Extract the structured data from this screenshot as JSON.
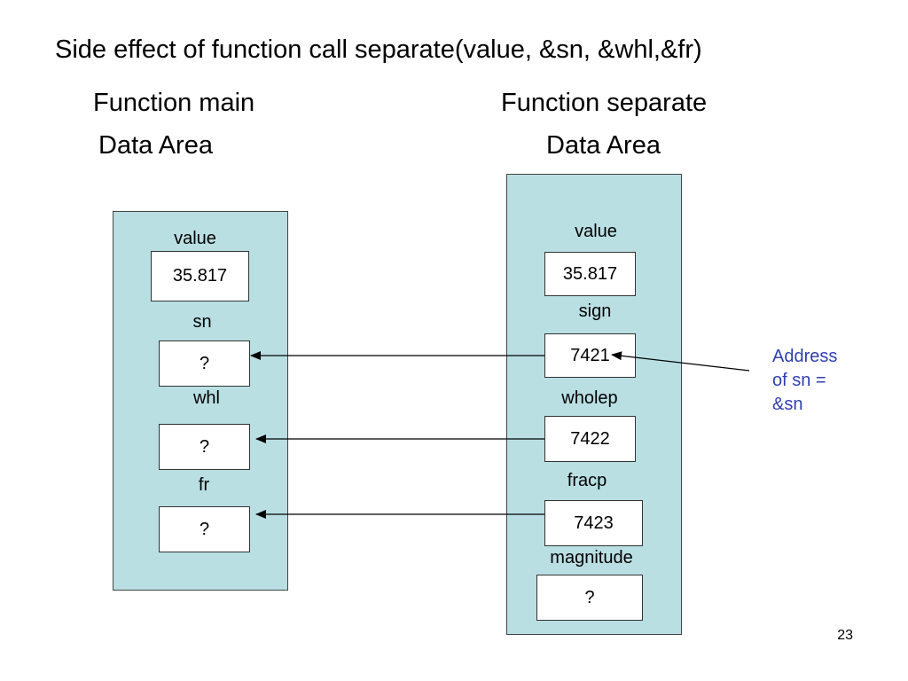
{
  "title": "Side effect of function call separate(value, &sn, &whl,&fr)",
  "main_area": {
    "heading_line1": "Function main",
    "heading_line2": "Data Area",
    "vars": [
      {
        "label": "value",
        "value": "35.817"
      },
      {
        "label": "sn",
        "value": "?"
      },
      {
        "label": "whl",
        "value": "?"
      },
      {
        "label": "fr",
        "value": "?"
      }
    ]
  },
  "separate_area": {
    "heading_line1": "Function separate",
    "heading_line2": "Data Area",
    "vars": [
      {
        "label": "value",
        "value": "35.817"
      },
      {
        "label": "sign",
        "value": "7421"
      },
      {
        "label": "wholep",
        "value": "7422"
      },
      {
        "label": "fracp",
        "value": "7423"
      },
      {
        "label": "magnitude",
        "value": "?"
      }
    ]
  },
  "annotation": {
    "line1": "Address",
    "line2": "of sn =",
    "line3": "&sn",
    "color": "#2f3fb0"
  },
  "colors": {
    "data_area_fill": "#b9dfe3"
  },
  "page_number": "23"
}
